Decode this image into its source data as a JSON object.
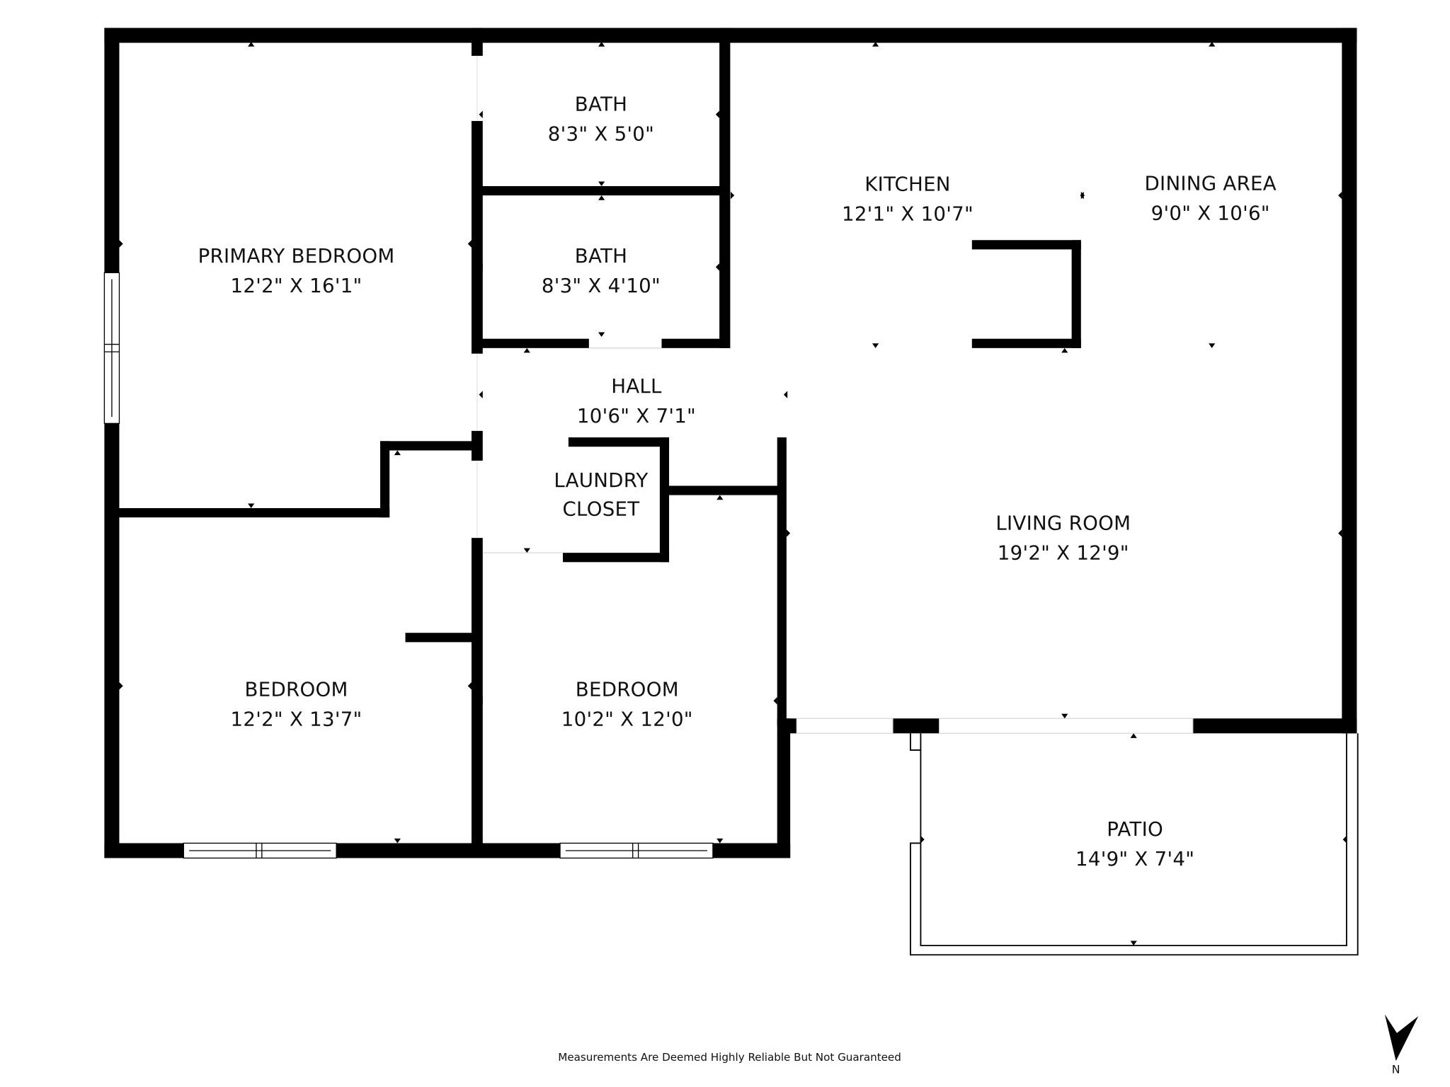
{
  "floorplan": {
    "rooms": [
      {
        "id": "primary-bedroom",
        "name": "PRIMARY BEDROOM",
        "dimensions": "12'2\" X 16'1\""
      },
      {
        "id": "bath-1",
        "name": "BATH",
        "dimensions": "8'3\" X 5'0\""
      },
      {
        "id": "bath-2",
        "name": "BATH",
        "dimensions": "8'3\" X 4'10\""
      },
      {
        "id": "kitchen",
        "name": "KITCHEN",
        "dimensions": "12'1\" X 10'7\""
      },
      {
        "id": "dining-area",
        "name": "DINING AREA",
        "dimensions": "9'0\" X 10'6\""
      },
      {
        "id": "hall",
        "name": "HALL",
        "dimensions": "10'6\" X 7'1\""
      },
      {
        "id": "laundry-closet",
        "name_line1": "LAUNDRY",
        "name_line2": "CLOSET"
      },
      {
        "id": "living-room",
        "name": "LIVING ROOM",
        "dimensions": "19'2\" X 12'9\""
      },
      {
        "id": "bedroom-1",
        "name": "BEDROOM",
        "dimensions": "12'2\" X 13'7\""
      },
      {
        "id": "bedroom-2",
        "name": "BEDROOM",
        "dimensions": "10'2\" X 12'0\""
      },
      {
        "id": "patio",
        "name": "PATIO",
        "dimensions": "14'9\" X 7'4\""
      }
    ],
    "disclaimer": "Measurements Are Deemed Highly Reliable But Not Guaranteed",
    "compass": {
      "label": "N",
      "icon": "north-arrow-icon"
    },
    "colors": {
      "wall": "#000000",
      "background": "#ffffff",
      "text": "#111111"
    }
  }
}
